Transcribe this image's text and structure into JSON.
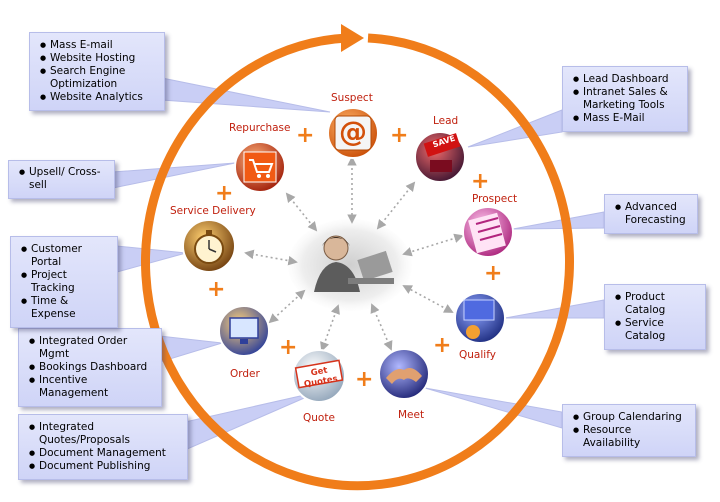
{
  "stages": {
    "suspect": "Suspect",
    "lead": "Lead",
    "prospect": "Prospect",
    "qualify": "Qualify",
    "meet": "Meet",
    "quote": "Quote",
    "order": "Order",
    "service_delivery": "Service Delivery",
    "repurchase": "Repurchase"
  },
  "callouts": {
    "suspect": [
      "Mass E-mail",
      "Website Hosting",
      "Search Engine Optimization",
      "Website Analytics"
    ],
    "lead": [
      "Lead Dashboard",
      "Intranet Sales & Marketing Tools",
      "Mass E-Mail"
    ],
    "prospect": [
      "Advanced Forecasting"
    ],
    "qualify": [
      "Product Catalog",
      "Service Catalog"
    ],
    "meet": [
      "Group Calendaring",
      "Resource Availability"
    ],
    "quote": [
      "Integrated Quotes/Proposals",
      "Document Management",
      "Document Publishing"
    ],
    "order": [
      "Integrated Order Mgmt",
      "Bookings Dashboard",
      "Incentive Management"
    ],
    "service_delivery": [
      "Customer Portal",
      "Project Tracking",
      "Time & Expense"
    ],
    "repurchase": [
      "Upsell/ Cross-sell"
    ]
  },
  "icon_text": {
    "suspect": "@",
    "lead": "SAVE",
    "quote": "Get Quotes"
  },
  "icons": {
    "suspect": "at-sign-icon",
    "lead": "save-sign-icon",
    "prospect": "document-icon",
    "qualify": "presentation-icon",
    "meet": "handshake-icon",
    "quote": "get-quotes-sign-icon",
    "order": "computer-monitor-icon",
    "service_delivery": "stopwatch-icon",
    "repurchase": "shopping-cart-icon",
    "center": "businesswoman-photo"
  },
  "colors": {
    "ring": "#f07d1a",
    "label": "#c0200e",
    "callout_fill": "#d8dcf8"
  }
}
